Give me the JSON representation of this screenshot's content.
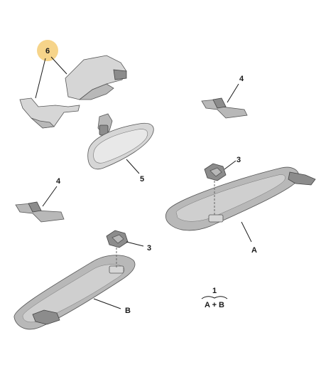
{
  "callouts": {
    "trim_cover": "6",
    "clip_top": "4",
    "clip_left": "4",
    "hinge_right": "3",
    "hinge_left": "3",
    "mirror": "5",
    "visor_a": "A",
    "visor_b": "B",
    "set_number": "1",
    "set_formula": "A + B"
  },
  "colors": {
    "highlight_circle": "#f6d48a",
    "part_gray": "#b8b8b8",
    "line": "#1a1a1a"
  }
}
